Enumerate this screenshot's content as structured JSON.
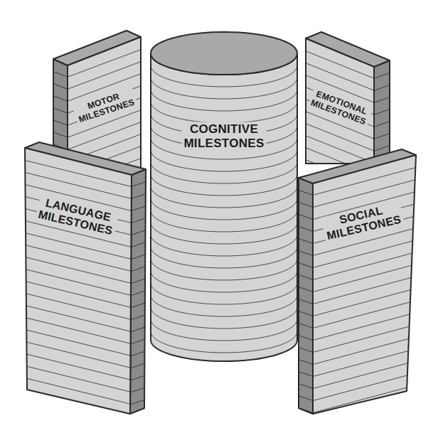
{
  "diagram": {
    "nodes": [
      {
        "text": [
          "MOTOR MILESTONES"
        ]
      },
      {
        "text": [
          "COGNITIVE MILESTONES"
        ]
      },
      {
        "text": [
          "EMOTIONAL MILESTONES"
        ]
      },
      {
        "text": [
          "LANGUAGE MILESTONES"
        ]
      },
      {
        "text": [
          "SOCIAL MILESTONES"
        ]
      }
    ]
  }
}
